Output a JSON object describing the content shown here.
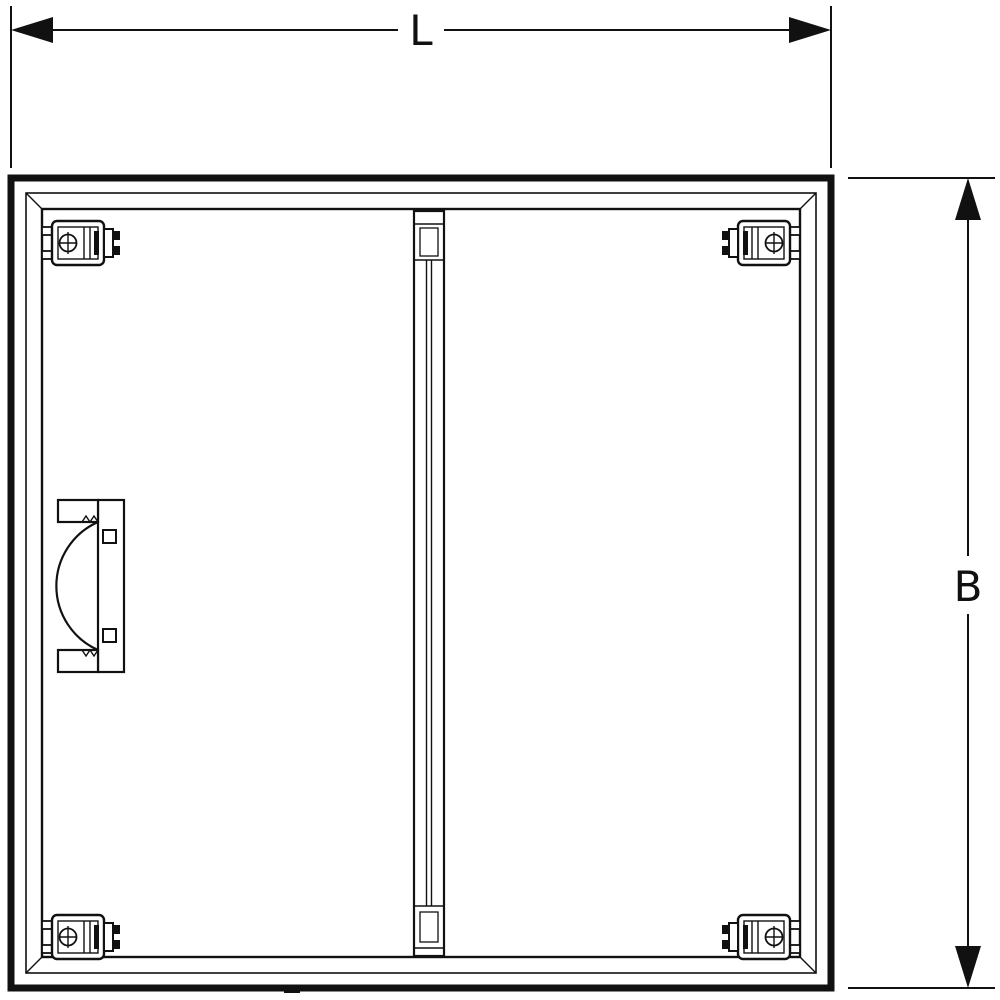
{
  "diagram": {
    "kind": "technical-drawing",
    "labels": {
      "length": "L",
      "width": "B"
    },
    "colors": {
      "line": "#111111",
      "background": "#ffffff"
    }
  }
}
